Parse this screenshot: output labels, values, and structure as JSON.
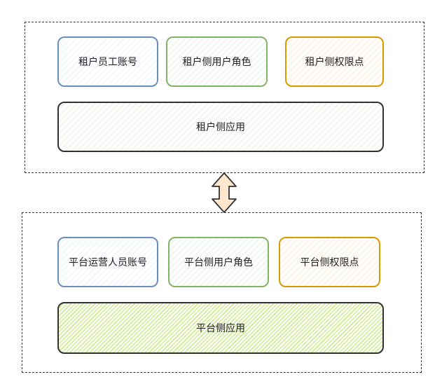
{
  "tenant": {
    "account": "租户员工账号",
    "role": "租户侧用户角色",
    "permission": "租户侧权限点",
    "app": "租户侧应用"
  },
  "platform": {
    "account": "平台运营人员账号",
    "role": "平台侧用户角色",
    "permission": "平台侧权限点",
    "app": "平台侧应用"
  },
  "colors": {
    "blue": "#6c8ebf",
    "green": "#82b366",
    "orange": "#d79b00",
    "lime_fill": "#cdeb8b",
    "arrow_fill": "#ffe6cc"
  }
}
